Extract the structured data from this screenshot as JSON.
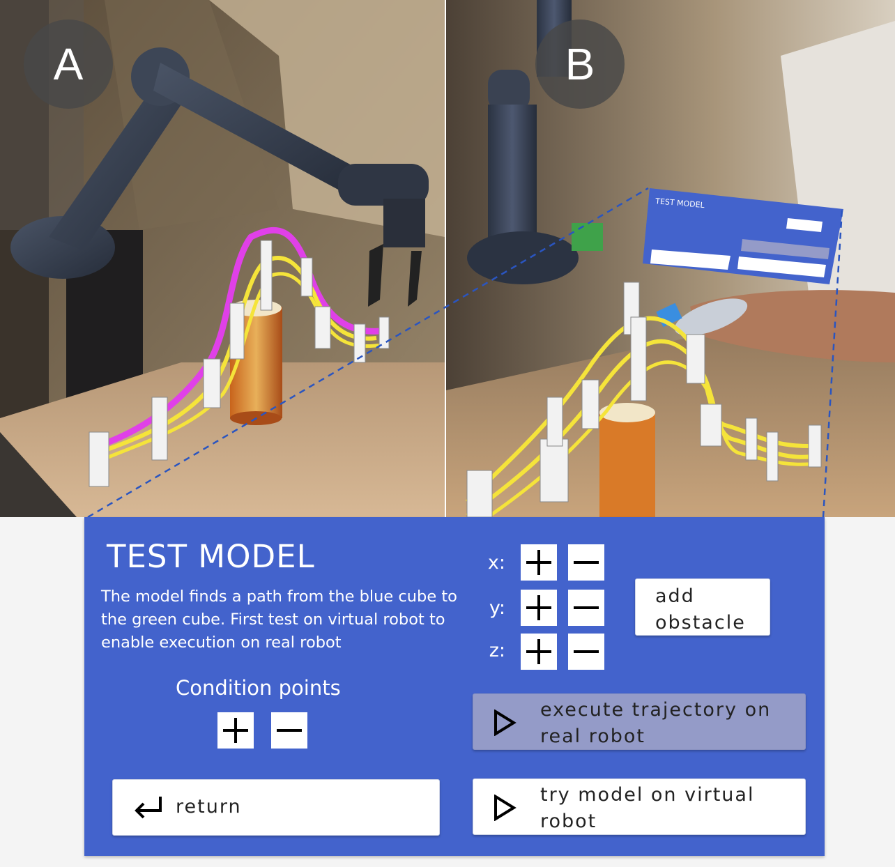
{
  "labels": {
    "a": "A",
    "b": "B"
  },
  "panel": {
    "title": "TEST MODEL",
    "description": "The model finds a path from the blue cube to the green cube. First test on virtual robot to enable execution on real robot",
    "condition_points_label": "Condition points",
    "axes": {
      "x": "x:",
      "y": "y:",
      "z": "z:"
    },
    "buttons": {
      "add_obstacle": "add obstacle",
      "execute_real": "execute trajectory on real robot",
      "try_virtual": "try model on virtual robot",
      "return": "return"
    },
    "icons": {
      "plus": "plus-icon",
      "minus": "minus-icon",
      "play": "play-triangle-icon",
      "return": "return-arrow-icon"
    },
    "colors": {
      "panel": "#4363cc",
      "execute_button": "#949bc8",
      "trajectory_magenta": "#e040e8",
      "trajectory_yellow": "#f5e43a"
    }
  }
}
